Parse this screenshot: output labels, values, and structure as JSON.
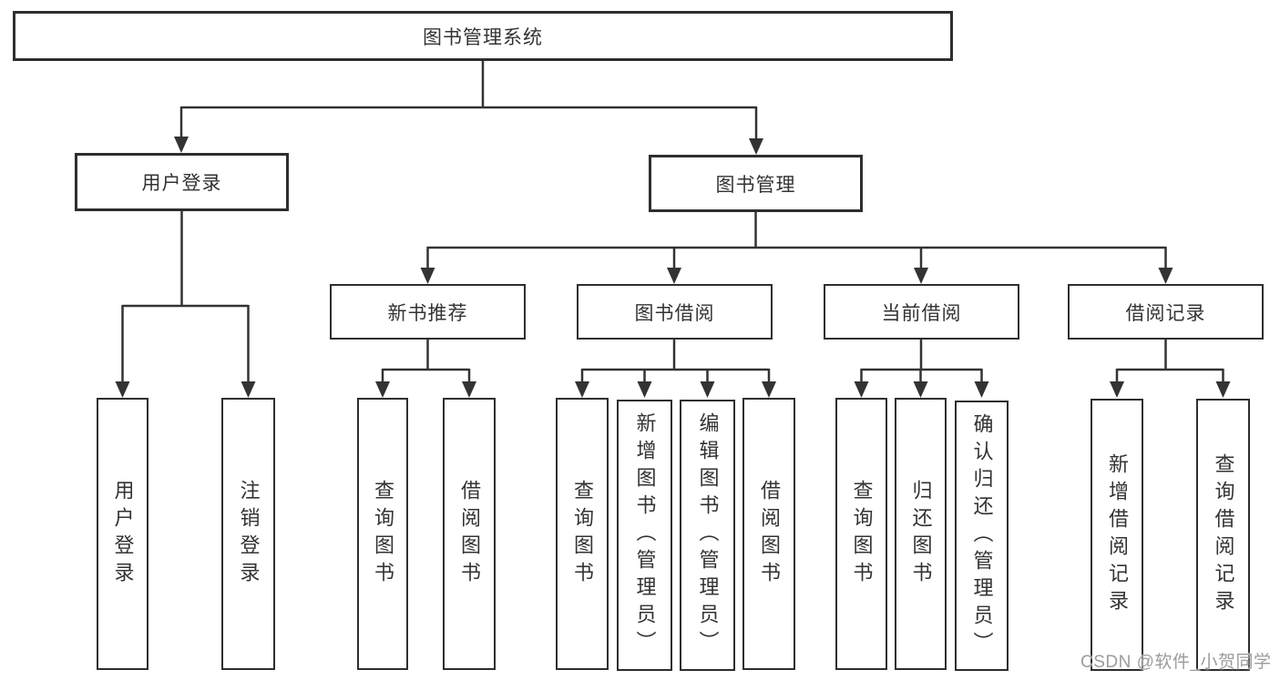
{
  "diagram_title": "图书管理系统",
  "colors": {
    "line": "#333333",
    "box_border": "#2e2e2e",
    "box_fill": "#ffffff",
    "text": "#333333",
    "watermark": "#9c9c9c",
    "background": "#ffffff"
  },
  "tree": {
    "root": {
      "label": "图书管理系统"
    },
    "branches": [
      {
        "label": "用户登录",
        "children": [
          {
            "label": "用户登录"
          },
          {
            "label": "注销登录"
          }
        ]
      },
      {
        "label": "图书管理",
        "children": [
          {
            "label": "新书推荐",
            "children": [
              {
                "label": "查询图书"
              },
              {
                "label": "借阅图书"
              }
            ]
          },
          {
            "label": "图书借阅",
            "children": [
              {
                "label": "查询图书"
              },
              {
                "label": "新增图书（管理员）"
              },
              {
                "label": "编辑图书（管理员）"
              },
              {
                "label": "借阅图书"
              }
            ]
          },
          {
            "label": "当前借阅",
            "children": [
              {
                "label": "查询图书"
              },
              {
                "label": "归还图书"
              },
              {
                "label": "确认归还（管理员）"
              }
            ]
          },
          {
            "label": "借阅记录",
            "children": [
              {
                "label": "新增借阅记录"
              },
              {
                "label": "查询借阅记录"
              }
            ]
          }
        ]
      }
    ]
  },
  "watermark": {
    "text": "CSDN @软件_小贺同学"
  }
}
